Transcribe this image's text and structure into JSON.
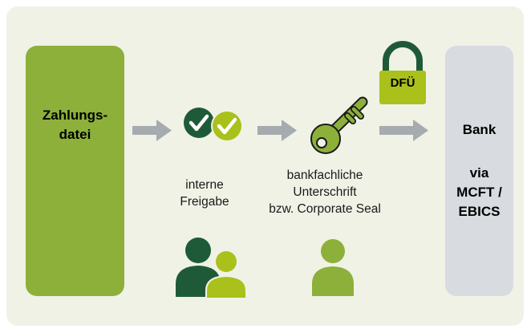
{
  "source": {
    "label": "Zahlungs-\ndatei"
  },
  "approval": {
    "caption": "interne\nFreigabe"
  },
  "signature": {
    "caption": "bankfachliche\nUnterschrift\nbzw. Corporate Seal"
  },
  "transfer": {
    "lock_label": "DFÜ"
  },
  "bank": {
    "title": "Bank",
    "via": "via",
    "protocols": "MCFT /\nEBICS"
  },
  "icons": {
    "checks": "check-circle-icon",
    "key": "key-icon",
    "lock": "padlock-icon",
    "people": "two-persons-icon",
    "person": "person-icon",
    "arrow": "arrow-right-icon"
  },
  "colors": {
    "panel": "#f0f2e6",
    "green": "#8db03a",
    "dark_green": "#1f5a38",
    "lime": "#a9c11a",
    "arrow": "#a6abaf",
    "bank_box": "#d8dbe0"
  }
}
